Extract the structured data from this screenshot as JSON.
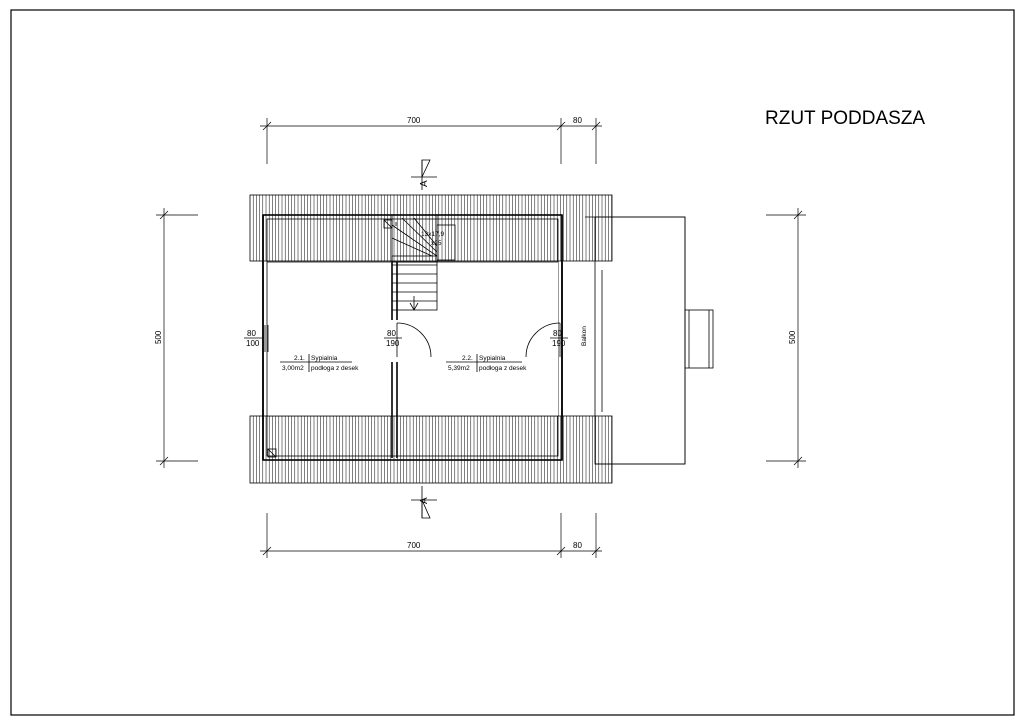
{
  "title": "RZUT PODDASZA",
  "dimensions": {
    "top_width": "700",
    "top_extension": "80",
    "bottom_width": "700",
    "bottom_extension": "80",
    "left_height": "500",
    "right_height": "500"
  },
  "section_marks": {
    "top": "A",
    "bottom": "A"
  },
  "stairs": {
    "spec_line1": "13x17,9",
    "spec_line2": "x25"
  },
  "openings": {
    "window_left_width": "80",
    "window_left_height": "100",
    "door_left_width": "80",
    "door_left_height": "190",
    "door_right_width": "80",
    "door_right_height": "190"
  },
  "rooms": [
    {
      "number": "2.1.",
      "name": "Sypialnia",
      "area": "3,00m2",
      "floor": "podłoga z desek"
    },
    {
      "number": "2.2.",
      "name": "Sypialnia",
      "area": "5,39m2",
      "floor": "podłoga z desek"
    }
  ],
  "balcony_label": "Balkon"
}
